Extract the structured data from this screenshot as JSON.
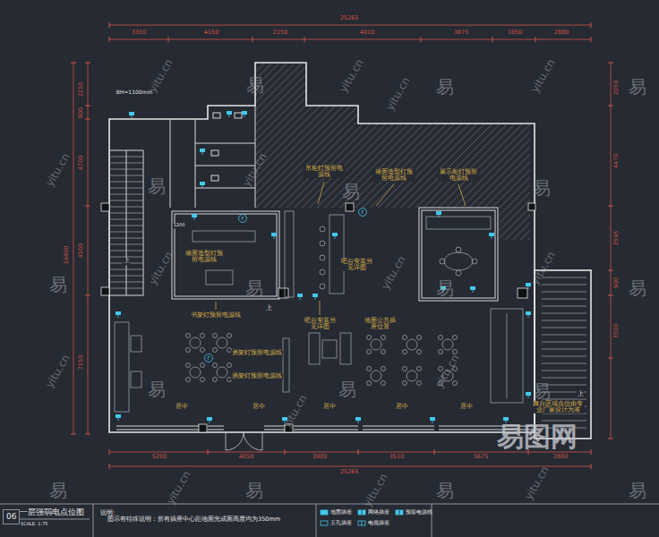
{
  "diagram": {
    "title": "一层强弱电点位图",
    "nodes": [
      {
        "text": [
          "06"
        ]
      },
      {
        "text": [
          "说明:",
          "图示有特殊说明：所有插座中心距地面完成面高度均为350mm"
        ]
      }
    ],
    "labels": [
      "25265",
      "3350",
      "4150",
      "2150",
      "4010",
      "3875",
      "1850",
      "2880",
      "19400",
      "2250",
      "800",
      "4700",
      "4500",
      "7150",
      "2050",
      "4470",
      "3595",
      "900",
      "3500",
      "5200",
      "4050",
      "3900",
      "3510",
      "5675",
      "2880",
      "25265",
      "BH=1100mm",
      "吊柜灯预留电源线",
      "墙面造型灯预留电源线",
      "展示柜灯预留电源线",
      "墙面造型灯预留电源线",
      "吧台安装另见详图",
      "书架灯预留电源线",
      "吧台安装另见详图",
      "地面公共插座位置",
      "酒架灯预留电源线",
      "酒架灯预留电源线",
      "居中",
      "居中",
      "居中",
      "居中",
      "居中",
      "上",
      "上",
      "上",
      "舞台区域点位由专业厂家设计为准",
      "1200",
      "F",
      "F",
      "F",
      "SCALE: 1:75",
      "易",
      "易",
      "易",
      "易",
      "易",
      "易",
      "易",
      "易",
      "易",
      "易",
      "易",
      "易",
      "易",
      "易",
      "易",
      "易",
      "易",
      "yitu.cn",
      "yitu.cn",
      "yitu.cn",
      "yitu.cn",
      "yitu.cn",
      "yitu.cn",
      "yitu.cn",
      "yitu.cn",
      "yitu.cn",
      "yitu.cn",
      "yitu.cn",
      "yitu.cn",
      "yitu.cn",
      "yitu.cn",
      "yitu.cn",
      "易图网"
    ],
    "legend": [
      {
        "text": "地面插座"
      },
      {
        "text": "五孔插座"
      },
      {
        "text": "网络插座"
      },
      {
        "text": "电视插座"
      },
      {
        "text": "预留电源线"
      }
    ]
  }
}
